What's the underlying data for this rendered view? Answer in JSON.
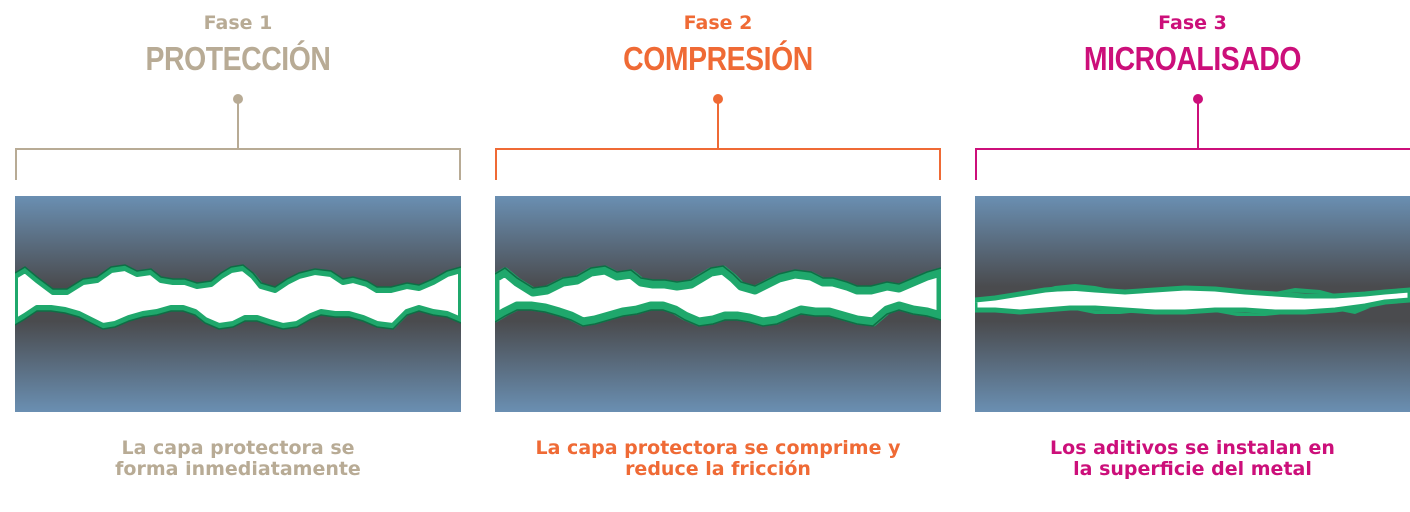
{
  "phases": [
    {
      "number": "Fase 1",
      "title": "PROTECCIÓN",
      "caption_line1": "La capa protectora se",
      "caption_line2": "forma inmediatamente",
      "color": "#b8ab95"
    },
    {
      "number": "Fase 2",
      "title": "COMPRESIÓN",
      "caption_line1": "La capa protectora se comprime y",
      "caption_line2": "reduce la fricción",
      "color": "#ef6a35"
    },
    {
      "number": "Fase 3",
      "title": "MICROALISADO",
      "caption_line1": "Los aditivos se instalan en",
      "caption_line2": "la superficie del metal",
      "color": "#cc0f7a"
    }
  ],
  "colors": {
    "metal_blue": "#6a8fb2",
    "metal_dark": "#4a4b4e",
    "protective_layer": "#1fa86c",
    "protective_layer_edge": "#0e6e45",
    "gap": "#ffffff"
  }
}
